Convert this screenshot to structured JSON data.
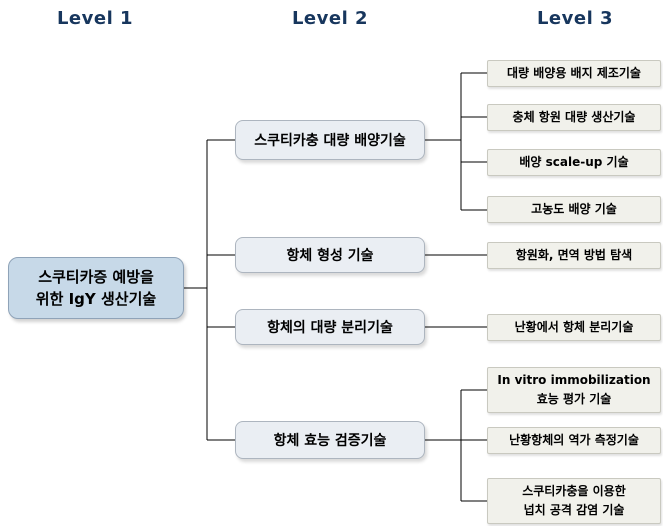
{
  "headers": [
    {
      "label": "Level 1"
    },
    {
      "label": "Level 2"
    },
    {
      "label": "Level 3"
    }
  ],
  "level1": {
    "box": {
      "line1": "스쿠티카증 예방을",
      "line2": "위한 IgY 생산기술"
    }
  },
  "level2": {
    "boxes": [
      {
        "label": "스쿠티카충 대량 배양기술"
      },
      {
        "label": "항체 형성 기술"
      },
      {
        "label": "항체의 대량 분리기술"
      },
      {
        "label": "항체 효능 검증기술"
      }
    ]
  },
  "level3": {
    "boxes": [
      {
        "label": "대량 배양용 배지 제조기술"
      },
      {
        "label": "충체 항원 대량 생산기술"
      },
      {
        "label": "배양 scale-up 기술"
      },
      {
        "label": "고농도 배양 기술"
      },
      {
        "label": "항원화, 면역 방법 탐색"
      },
      {
        "label": "난황에서 항체 분리기술"
      },
      {
        "line1": "In vitro immobilization",
        "line2": "효능 평가 기술"
      },
      {
        "label": "난황항체의 역가 측정기술"
      },
      {
        "line1": "스쿠티카충을 이용한",
        "line2": "넙치 공격 감염 기술"
      }
    ]
  },
  "colors": {
    "header_text": "#17365D",
    "level1_fill": "#C7D9E8",
    "level2_fill": "#EAEEF3",
    "level3_fill": "#F1F1EB",
    "connector": "#000000"
  }
}
